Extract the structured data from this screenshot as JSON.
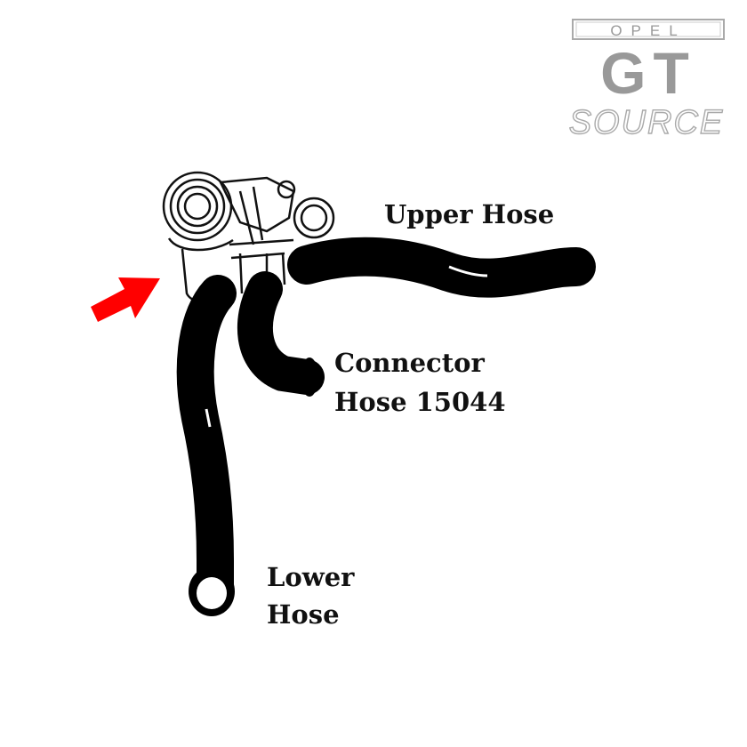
{
  "logo": {
    "line1": "OPEL",
    "line2": "GT",
    "line3": "SOURCE",
    "color": "#a0a0a0"
  },
  "labels": {
    "upper_hose": "Upper Hose",
    "connector_line1": "Connector",
    "connector_line2": "Hose 15044",
    "lower_line1": "Lower",
    "lower_line2": "Hose"
  },
  "arrow": {
    "icon": "red-arrow-icon",
    "color": "#ff0000"
  },
  "colors": {
    "hose": "#000000",
    "background": "#ffffff"
  }
}
